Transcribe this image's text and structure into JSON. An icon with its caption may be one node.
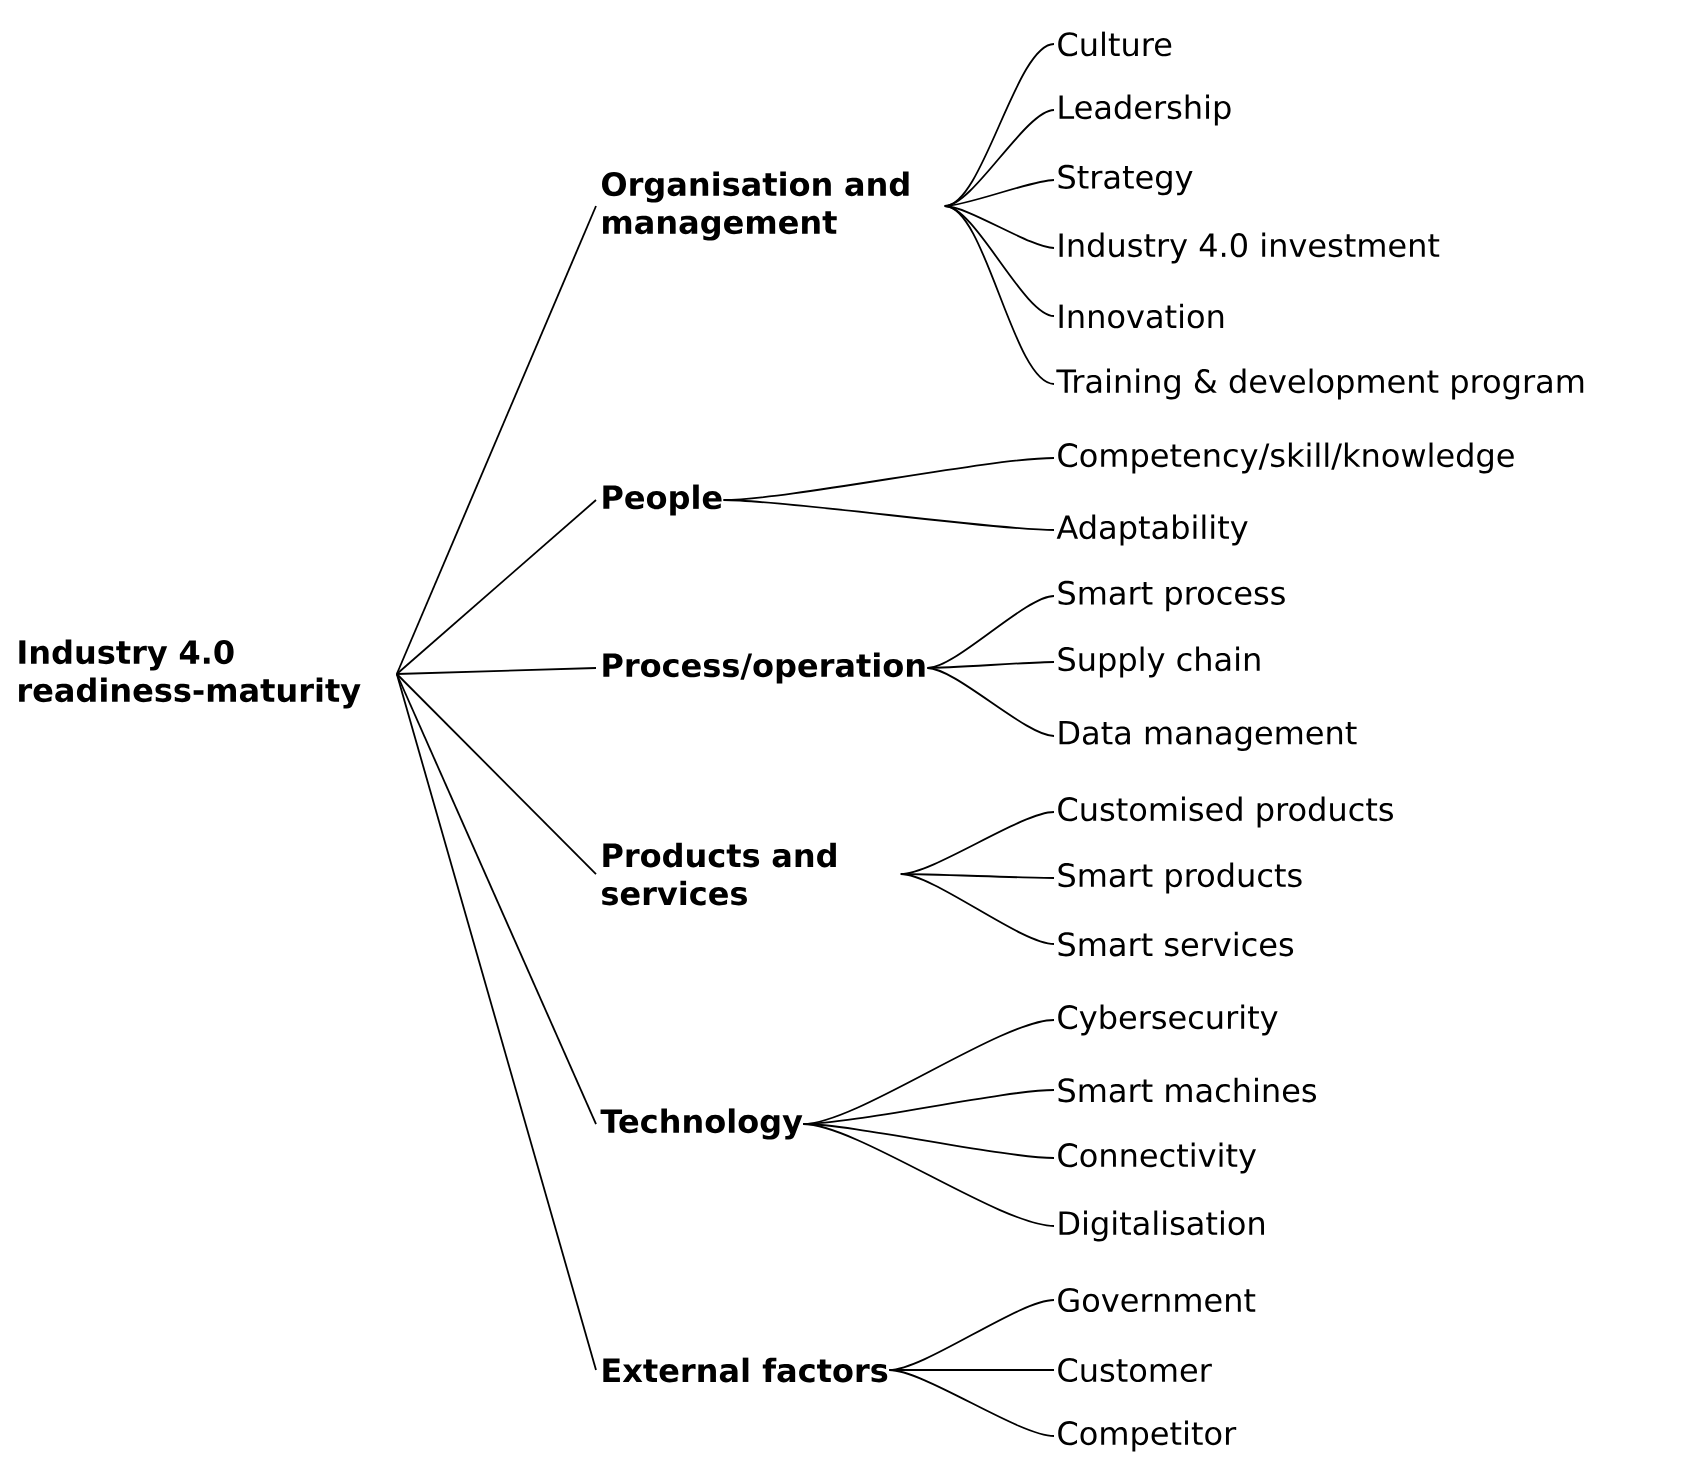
{
  "diagram": {
    "nodes": [
      {
        "text": [
          "Industry 4.0 readiness-maturity"
        ]
      },
      {
        "text": [
          "Organisation and management"
        ]
      },
      {
        "text": [
          "People"
        ]
      },
      {
        "text": [
          "Process/operation"
        ]
      },
      {
        "text": [
          "Products and services"
        ]
      },
      {
        "text": [
          "Technology"
        ]
      },
      {
        "text": [
          "External factors"
        ]
      },
      {
        "text": [
          "Culture"
        ]
      },
      {
        "text": [
          "Leadership"
        ]
      },
      {
        "text": [
          "Strategy"
        ]
      },
      {
        "text": [
          "Industry 4.0 investment"
        ]
      },
      {
        "text": [
          "Innovation"
        ]
      },
      {
        "text": [
          "Training & development program"
        ]
      },
      {
        "text": [
          "Competency/skill/knowledge"
        ]
      },
      {
        "text": [
          "Adaptability"
        ]
      },
      {
        "text": [
          "Smart process"
        ]
      },
      {
        "text": [
          "Supply chain"
        ]
      },
      {
        "text": [
          "Data management"
        ]
      },
      {
        "text": [
          "Customised products"
        ]
      },
      {
        "text": [
          "Smart products"
        ]
      },
      {
        "text": [
          "Smart services"
        ]
      },
      {
        "text": [
          "Cybersecurity"
        ]
      },
      {
        "text": [
          "Smart machines"
        ]
      },
      {
        "text": [
          "Connectivity"
        ]
      },
      {
        "text": [
          "Digitalisation"
        ]
      },
      {
        "text": [
          "Government"
        ]
      },
      {
        "text": [
          "Customer"
        ]
      },
      {
        "text": [
          "Competitor"
        ]
      }
    ],
    "edges": [
      {
        "from": 0,
        "to": 1,
        "arrow": "none"
      },
      {
        "from": 0,
        "to": 2,
        "arrow": "none"
      },
      {
        "from": 0,
        "to": 3,
        "arrow": "none"
      },
      {
        "from": 0,
        "to": 4,
        "arrow": "none"
      },
      {
        "from": 0,
        "to": 5,
        "arrow": "none"
      },
      {
        "from": 0,
        "to": 6,
        "arrow": "none"
      },
      {
        "from": 1,
        "to": 7,
        "arrow": "none"
      },
      {
        "from": 1,
        "to": 8,
        "arrow": "none"
      },
      {
        "from": 1,
        "to": 9,
        "arrow": "none"
      },
      {
        "from": 1,
        "to": 10,
        "arrow": "none"
      },
      {
        "from": 1,
        "to": 11,
        "arrow": "none"
      },
      {
        "from": 1,
        "to": 12,
        "arrow": "none"
      },
      {
        "from": 2,
        "to": 13,
        "arrow": "none"
      },
      {
        "from": 2,
        "to": 14,
        "arrow": "none"
      },
      {
        "from": 3,
        "to": 15,
        "arrow": "none"
      },
      {
        "from": 3,
        "to": 16,
        "arrow": "none"
      },
      {
        "from": 3,
        "to": 17,
        "arrow": "none"
      },
      {
        "from": 4,
        "to": 18,
        "arrow": "none"
      },
      {
        "from": 4,
        "to": 19,
        "arrow": "none"
      },
      {
        "from": 4,
        "to": 20,
        "arrow": "none"
      },
      {
        "from": 5,
        "to": 21,
        "arrow": "none"
      },
      {
        "from": 5,
        "to": 22,
        "arrow": "none"
      },
      {
        "from": 5,
        "to": 23,
        "arrow": "none"
      },
      {
        "from": 5,
        "to": 24,
        "arrow": "none"
      },
      {
        "from": 6,
        "to": 25,
        "arrow": "none"
      },
      {
        "from": 6,
        "to": 26,
        "arrow": "none"
      },
      {
        "from": 6,
        "to": 27,
        "arrow": "none"
      }
    ]
  }
}
